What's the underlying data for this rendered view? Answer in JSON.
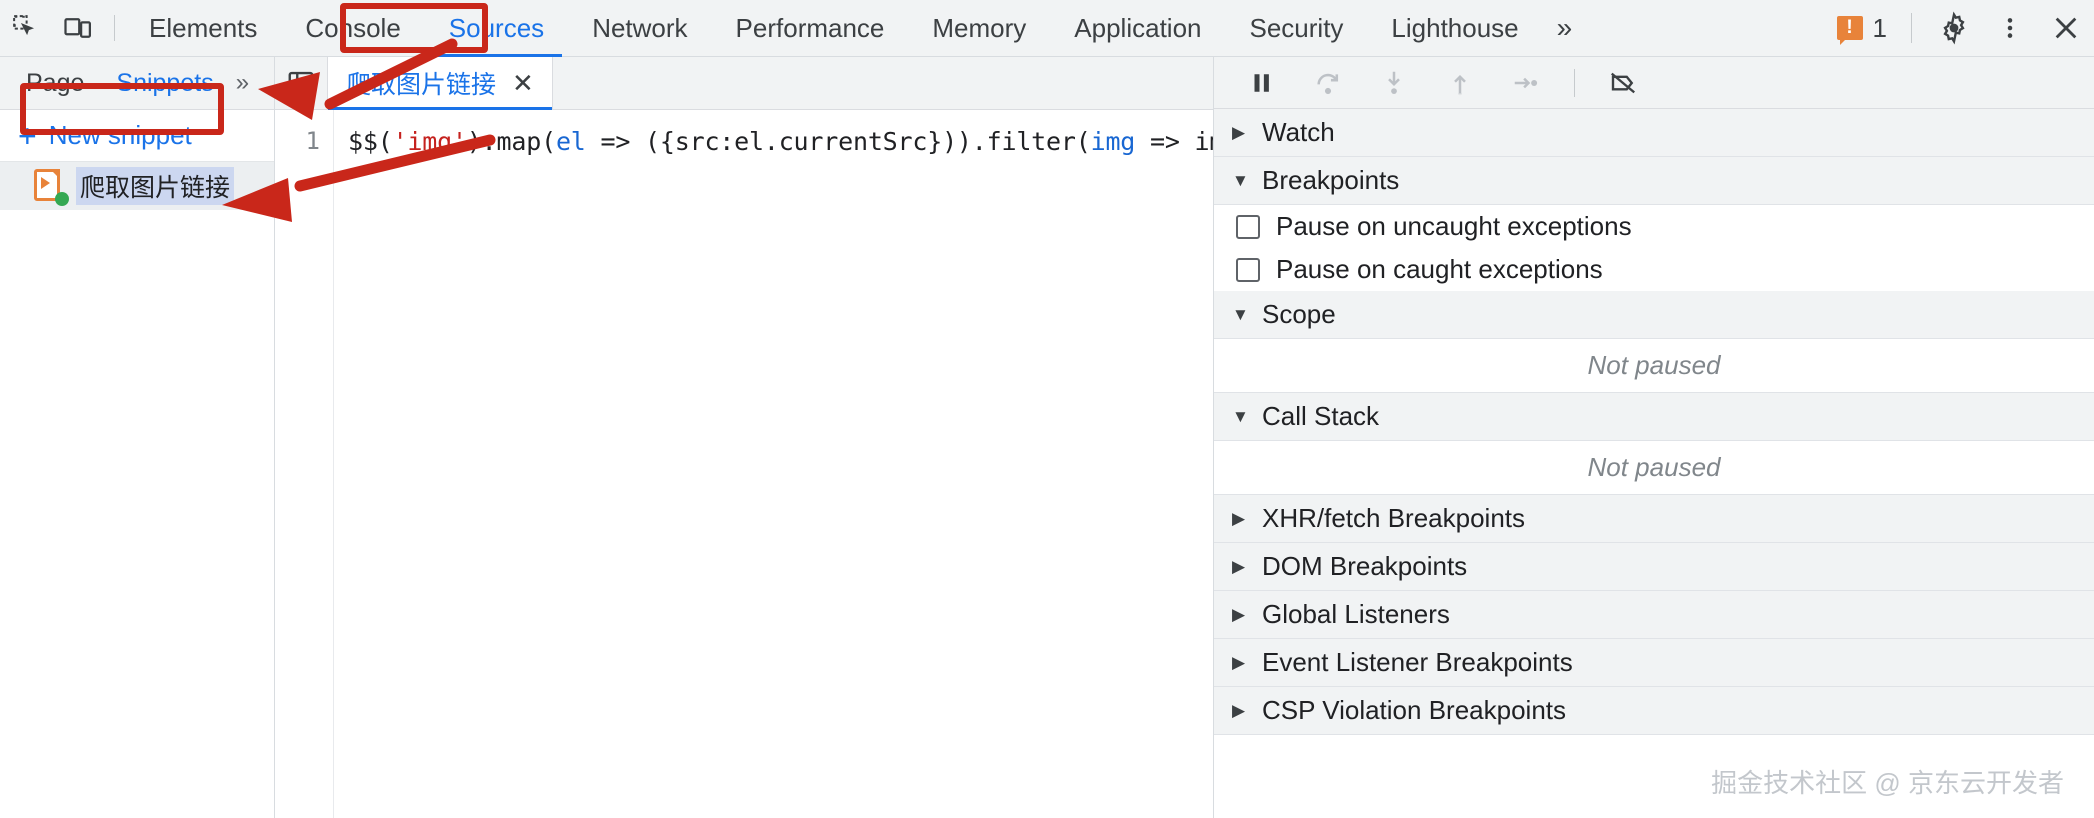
{
  "topbar": {
    "icons": [
      {
        "name": "inspect-element-icon"
      },
      {
        "name": "device-toolbar-icon"
      }
    ],
    "tabs": [
      {
        "label": "Elements",
        "active": false
      },
      {
        "label": "Console",
        "active": false
      },
      {
        "label": "Sources",
        "active": true
      },
      {
        "label": "Network",
        "active": false
      },
      {
        "label": "Performance",
        "active": false
      },
      {
        "label": "Memory",
        "active": false
      },
      {
        "label": "Application",
        "active": false
      },
      {
        "label": "Security",
        "active": false
      },
      {
        "label": "Lighthouse",
        "active": false
      }
    ],
    "overflow_label": "»",
    "error_mark": "!",
    "error_count": "1",
    "settings_icon": "gear-icon",
    "kebab_icon": "more-vertical-icon",
    "close_icon": "close-icon"
  },
  "navpane": {
    "tabs": [
      {
        "label": "Page",
        "active": false
      },
      {
        "label": "Snippets",
        "active": true
      }
    ],
    "overflow_label": "»",
    "kebab_label": "⋮",
    "new_snippet": {
      "plus": "+",
      "label": "New snippet"
    },
    "snippets": [
      {
        "name": "爬取图片链接",
        "selected": true
      }
    ]
  },
  "editor": {
    "tab": {
      "label": "爬取图片链接",
      "close": "✕"
    },
    "panel_toggle_icon": "collapse-sidebar-icon",
    "line_number": "1",
    "code": {
      "p1": "$$(",
      "str1": "'img'",
      "p2": ").map(",
      "param1": "el",
      "p3": " => ({src:el.currentSrc})).filter(",
      "param2": "img",
      "p4": " => img.src)",
      "full": "$$('img').map(el => ({src:el.currentSrc})).filter(img => img.src)"
    }
  },
  "debugger": {
    "toolbar": [
      {
        "name": "pause-script-button"
      },
      {
        "name": "step-over-button"
      },
      {
        "name": "step-into-button"
      },
      {
        "name": "step-out-button"
      },
      {
        "name": "step-button"
      },
      {
        "name": "deactivate-breakpoints-button"
      }
    ],
    "sections": [
      {
        "label": "Watch",
        "expanded": false
      },
      {
        "label": "Breakpoints",
        "expanded": true
      },
      {
        "label": "Scope",
        "expanded": true
      },
      {
        "label": "Call Stack",
        "expanded": true
      },
      {
        "label": "XHR/fetch Breakpoints",
        "expanded": false
      },
      {
        "label": "DOM Breakpoints",
        "expanded": false
      },
      {
        "label": "Global Listeners",
        "expanded": false
      },
      {
        "label": "Event Listener Breakpoints",
        "expanded": false
      },
      {
        "label": "CSP Violation Breakpoints",
        "expanded": false
      }
    ],
    "checkboxes": [
      {
        "label": "Pause on uncaught exceptions",
        "checked": false
      },
      {
        "label": "Pause on caught exceptions",
        "checked": false
      }
    ],
    "scope_status": "Not paused",
    "callstack_status": "Not paused"
  },
  "annotations": {
    "accent_color": "#c9271a",
    "boxes": [
      "sources-tab-highlight",
      "new-snippet-highlight"
    ],
    "arrows": [
      "arrow-to-sources-tab",
      "arrow-to-snippet-item"
    ]
  },
  "watermark": "掘金技术社区 @ 京东云开发者"
}
